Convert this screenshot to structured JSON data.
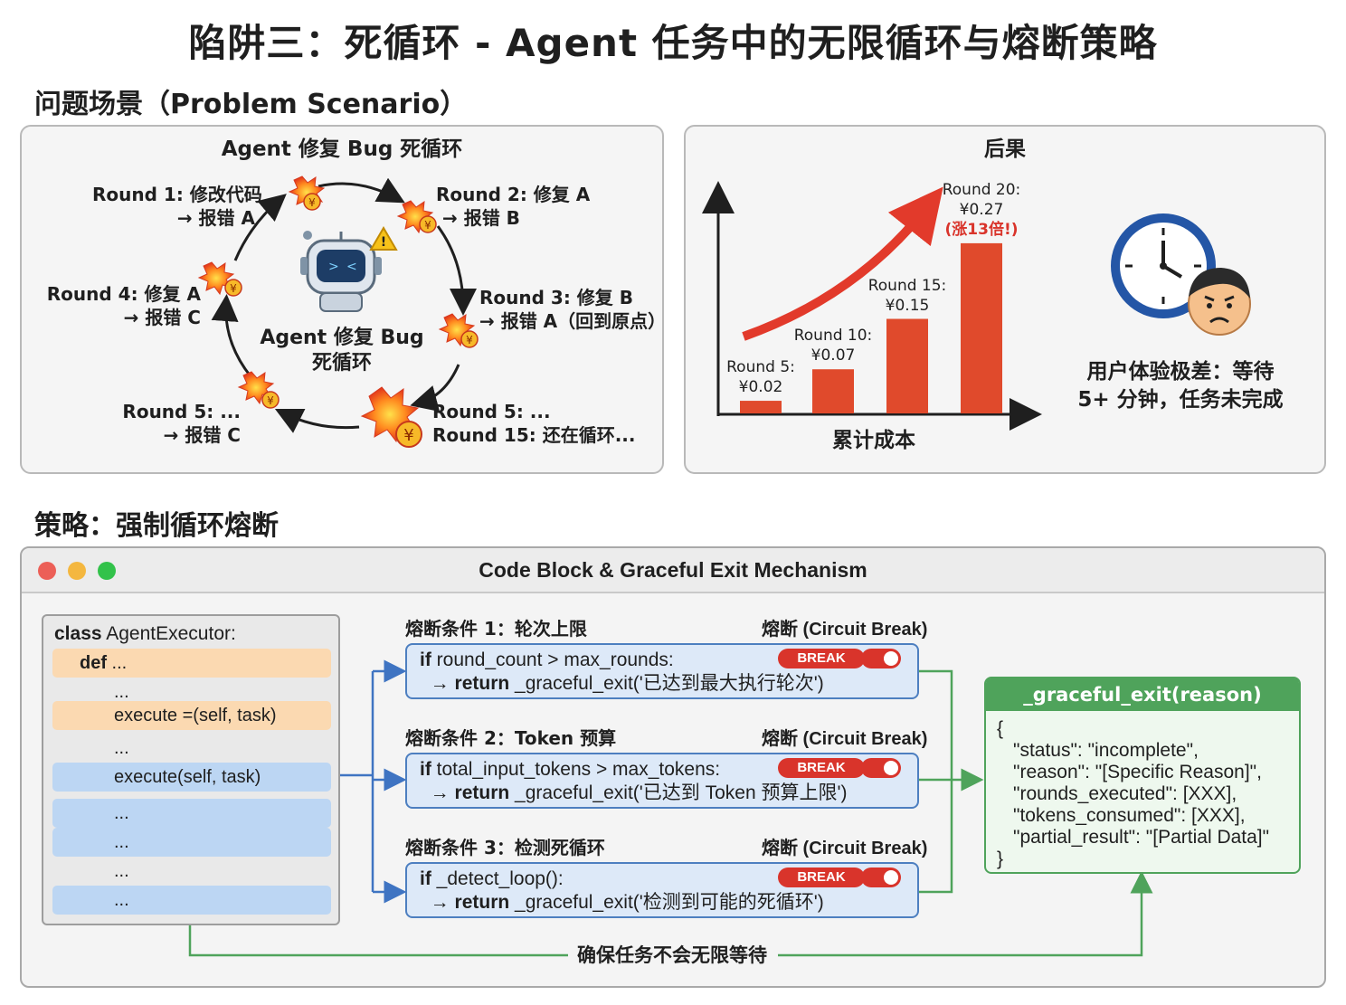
{
  "title": "陷阱三：死循环 - Agent 任务中的无限循环与熔断策略",
  "problem_section": {
    "heading": "问题场景（Problem Scenario）",
    "loop_panel": {
      "title": "Agent 修复 Bug 死循环",
      "center_label_line1": "Agent 修复 Bug",
      "center_label_line2": "死循环",
      "rounds": [
        {
          "line1": "Round 1: 修改代码",
          "line2": "→ 报错 A"
        },
        {
          "line1": "Round 2: 修复 A",
          "line2": "→ 报错 B"
        },
        {
          "line1": "Round 3: 修复 B",
          "line2": "→ 报错 A（回到原点）"
        },
        {
          "line1": "Round 5: ...",
          "line2": "Round 15: 还在循环..."
        },
        {
          "line1": "Round 5: ...",
          "line2": "→ 报错 C"
        },
        {
          "line1": "Round 4: 修复 A",
          "line2": "→ 报错 C"
        }
      ],
      "icons": [
        "robot-icon",
        "warning-icon",
        "explosion-icon",
        "yen-coin-icon"
      ]
    },
    "consequence_panel": {
      "title": "后果",
      "cost_label": "累计成本",
      "ux_line1": "用户体验极差：等待",
      "ux_line2": "5+ 分钟，任务未完成",
      "icons": [
        "clock-icon",
        "frustrated-user-icon"
      ]
    }
  },
  "chart_data": {
    "type": "bar",
    "categories": [
      "Round 5",
      "Round 10",
      "Round 15",
      "Round 20"
    ],
    "values": [
      0.02,
      0.07,
      0.15,
      0.27
    ],
    "bar_labels": [
      {
        "line1": "Round 5:",
        "line2": "¥0.02"
      },
      {
        "line1": "Round 10:",
        "line2": "¥0.07"
      },
      {
        "line1": "Round 15:",
        "line2": "¥0.15"
      },
      {
        "line1": "Round 20:",
        "line2": "¥0.27"
      }
    ],
    "annotation": "(涨13倍!)",
    "xlabel": "累计成本",
    "ylabel": "",
    "ylim": [
      0,
      0.3
    ],
    "bar_color": "#e04a2c"
  },
  "strategy_section": {
    "heading": "策略：强制循环熔断",
    "window_title": "Code Block & Graceful Exit Mechanism",
    "class_block": {
      "class_kw": "class",
      "class_name": " AgentExecutor:",
      "def_kw": "def",
      "def_rest": " ...",
      "rows": [
        "...",
        "execute =(self, task)",
        "...",
        "execute(self, task)",
        "...",
        "...",
        "...",
        "..."
      ]
    },
    "conditions": [
      {
        "title": "熔断条件 1：轮次上限",
        "break_label": "熔断 (Circuit Break)",
        "if_kw": "if",
        "cond": " round_count > max_rounds:",
        "ret_arrow": "→ ",
        "ret_kw": "return",
        "ret_rest": " _graceful_exit('已达到最大执行轮次')",
        "badge": "BREAK"
      },
      {
        "title": "熔断条件 2：Token 预算",
        "break_label": "熔断 (Circuit Break)",
        "if_kw": "if",
        "cond": " total_input_tokens > max_tokens:",
        "ret_arrow": "→ ",
        "ret_kw": "return",
        "ret_rest": " _graceful_exit('已达到 Token 预算上限')",
        "badge": "BREAK"
      },
      {
        "title": "熔断条件 3：检测死循环",
        "break_label": "熔断 (Circuit Break)",
        "if_kw": "if",
        "cond": " _detect_loop():",
        "ret_arrow": "→ ",
        "ret_kw": "return",
        "ret_rest": " _graceful_exit('检测到可能的死循环')",
        "badge": "BREAK"
      }
    ],
    "graceful_exit": {
      "header": "_graceful_exit(reason)",
      "open_brace": "{",
      "lines": [
        "\"status\": \"incomplete\",",
        "\"reason\": \"[Specific Reason]\",",
        "\"rounds_executed\": [XXX],",
        "\"tokens_consumed\": [XXX],",
        "\"partial_result\": \"[Partial Data]\""
      ],
      "close_brace": "}"
    },
    "footer_label": "确保任务不会无限等待",
    "window_dots": [
      "#ec5f57",
      "#f4b73f",
      "#32c24a"
    ]
  }
}
